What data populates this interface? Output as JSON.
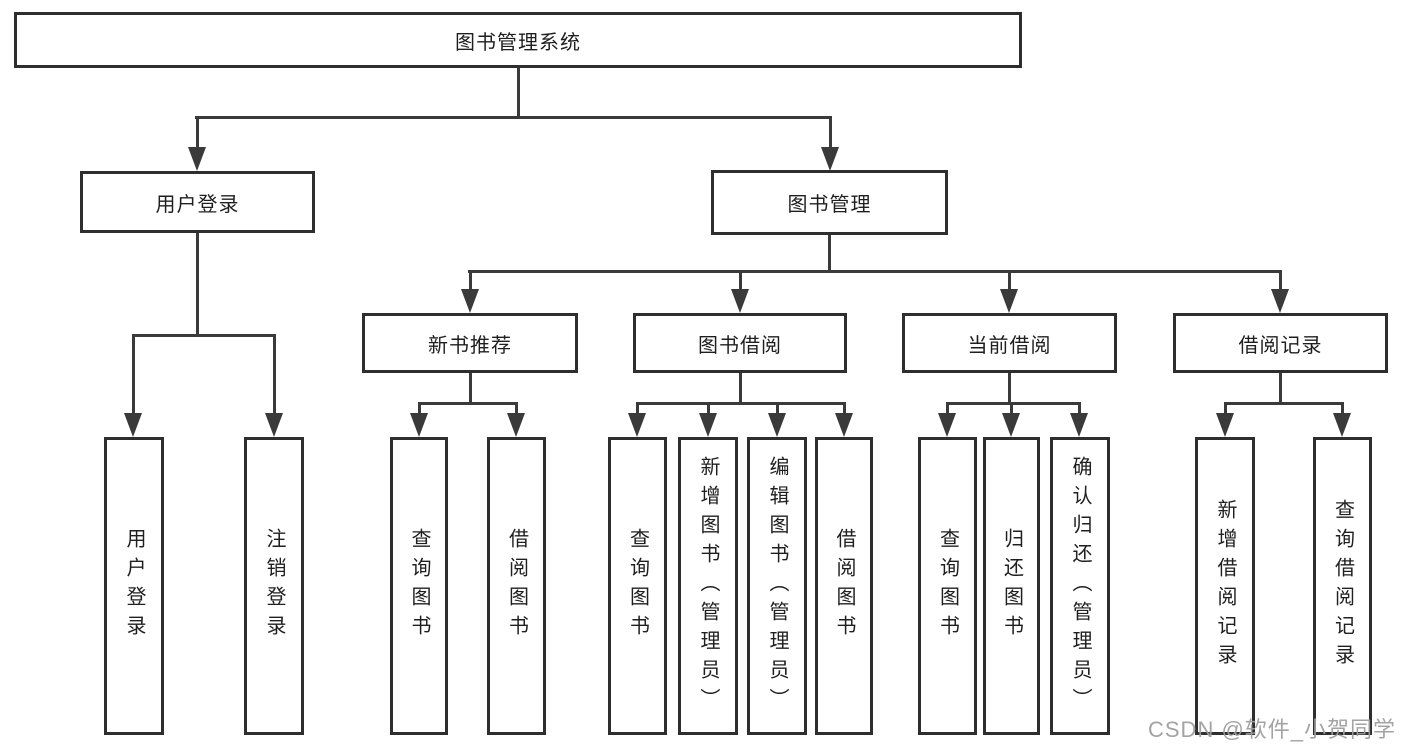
{
  "watermark": "CSDN @软件_小贺同学",
  "colors": {
    "line": "#3a3a3a",
    "box_border": "#2e2e2e",
    "text": "#1f1f1f",
    "background": "#ffffff",
    "watermark": "#9e9e9e"
  },
  "tree": {
    "label": "图书管理系统",
    "children": [
      {
        "label": "用户登录",
        "children": [
          {
            "label": "用户登录"
          },
          {
            "label": "注销登录"
          }
        ]
      },
      {
        "label": "图书管理",
        "children": [
          {
            "label": "新书推荐",
            "children": [
              {
                "label": "查询图书"
              },
              {
                "label": "借阅图书"
              }
            ]
          },
          {
            "label": "图书借阅",
            "children": [
              {
                "label": "查询图书"
              },
              {
                "label": "新增图书（管理员）"
              },
              {
                "label": "编辑图书（管理员）"
              },
              {
                "label": "借阅图书"
              }
            ]
          },
          {
            "label": "当前借阅",
            "children": [
              {
                "label": "查询图书"
              },
              {
                "label": "归还图书"
              },
              {
                "label": "确认归还（管理员）"
              }
            ]
          },
          {
            "label": "借阅记录",
            "children": [
              {
                "label": "新增借阅记录"
              },
              {
                "label": "查询借阅记录"
              }
            ]
          }
        ]
      }
    ]
  }
}
